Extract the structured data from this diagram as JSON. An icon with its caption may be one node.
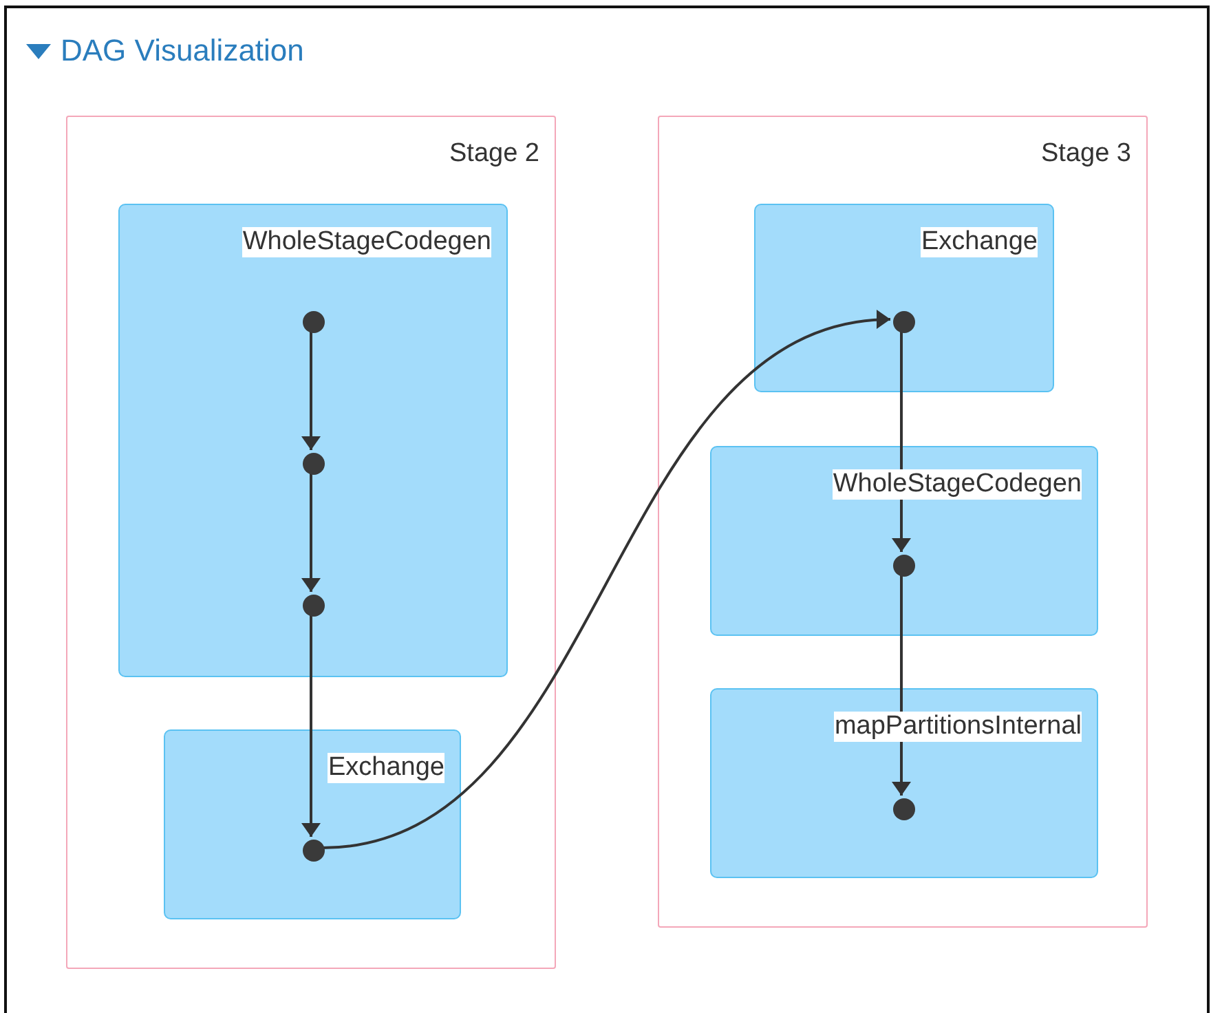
{
  "diagram": {
    "title": "DAG Visualization",
    "nodes": [
      {
        "text": [
          "Stage 2"
        ]
      },
      {
        "text": [
          "WholeStageCodegen"
        ],
        "in": 0
      },
      {
        "text": [],
        "shape": "circle",
        "in": 1
      },
      {
        "text": [],
        "shape": "circle",
        "in": 1
      },
      {
        "text": [],
        "shape": "circle",
        "in": 1
      },
      {
        "text": [
          "Exchange"
        ],
        "in": 0
      },
      {
        "text": [],
        "shape": "circle",
        "in": 5
      },
      {
        "text": [
          "Stage 3"
        ]
      },
      {
        "text": [
          "Exchange"
        ],
        "in": 7
      },
      {
        "text": [],
        "shape": "circle",
        "in": 8
      },
      {
        "text": [
          "WholeStageCodegen"
        ],
        "in": 7
      },
      {
        "text": [],
        "shape": "circle",
        "in": 10
      },
      {
        "text": [
          "mapPartitionsInternal"
        ],
        "in": 7
      },
      {
        "text": [],
        "shape": "circle",
        "in": 12
      }
    ],
    "edges": [
      {
        "from": 2,
        "to": 3,
        "arrow": "to"
      },
      {
        "from": 3,
        "to": 4,
        "arrow": "to"
      },
      {
        "from": 4,
        "to": 6,
        "arrow": "to"
      },
      {
        "from": 6,
        "to": 9,
        "arrow": "to"
      },
      {
        "from": 9,
        "to": 11,
        "arrow": "to"
      },
      {
        "from": 11,
        "to": 13,
        "arrow": "to"
      }
    ]
  }
}
